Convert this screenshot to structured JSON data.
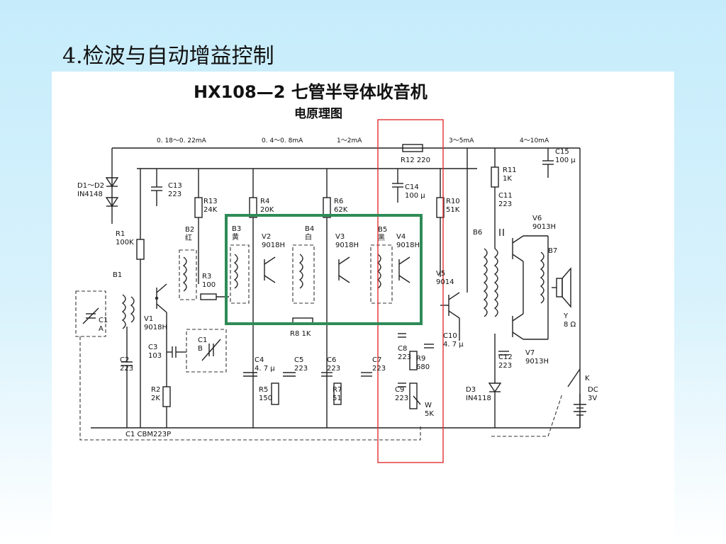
{
  "slide": {
    "title": "4.检波与自动增益控制"
  },
  "diagram": {
    "title": "HX108—2 七管半导体收音机",
    "subtitle": "电原理图",
    "currents": [
      "0. 18～0. 22mA",
      "0. 4～0. 8mA",
      "1～2mA",
      "3～5mA",
      "4～10mA"
    ],
    "components": [
      {
        "id": "D1D2",
        "lines": [
          "D1～D2",
          "IN4148"
        ]
      },
      {
        "id": "C13",
        "lines": [
          "C13",
          "223"
        ]
      },
      {
        "id": "R13",
        "lines": [
          "R13",
          "24K"
        ]
      },
      {
        "id": "R4",
        "lines": [
          "R4",
          "20K"
        ]
      },
      {
        "id": "R6",
        "lines": [
          "R6",
          "62K"
        ]
      },
      {
        "id": "R12",
        "lines": [
          "R12 220"
        ]
      },
      {
        "id": "C14",
        "lines": [
          "C14",
          "100 μ"
        ]
      },
      {
        "id": "R10",
        "lines": [
          "R10",
          "51K"
        ]
      },
      {
        "id": "R11",
        "lines": [
          "R11",
          "1K"
        ]
      },
      {
        "id": "C15",
        "lines": [
          "C15",
          "100 μ"
        ]
      },
      {
        "id": "C11",
        "lines": [
          "C11",
          "223"
        ]
      },
      {
        "id": "V6",
        "lines": [
          "V6",
          "9013H"
        ]
      },
      {
        "id": "B2",
        "lines": [
          "B2",
          "红"
        ]
      },
      {
        "id": "B3",
        "lines": [
          "B3",
          "黄"
        ]
      },
      {
        "id": "V2",
        "lines": [
          "V2",
          "9018H"
        ]
      },
      {
        "id": "B4",
        "lines": [
          "B4",
          "白"
        ]
      },
      {
        "id": "V3",
        "lines": [
          "V3",
          "9018H"
        ]
      },
      {
        "id": "B5",
        "lines": [
          "B5",
          "黑"
        ]
      },
      {
        "id": "V4",
        "lines": [
          "V4",
          "9018H"
        ]
      },
      {
        "id": "B6",
        "lines": [
          "B6"
        ]
      },
      {
        "id": "B7",
        "lines": [
          "B7"
        ]
      },
      {
        "id": "R1",
        "lines": [
          "R1",
          "100K"
        ]
      },
      {
        "id": "R3",
        "lines": [
          "R3",
          "100"
        ]
      },
      {
        "id": "B1",
        "lines": [
          "B1"
        ]
      },
      {
        "id": "V1",
        "lines": [
          "V1",
          "9018H"
        ]
      },
      {
        "id": "C1A",
        "lines": [
          "C1",
          "A"
        ]
      },
      {
        "id": "V5",
        "lines": [
          "V5",
          "9014"
        ]
      },
      {
        "id": "Y",
        "lines": [
          "Y",
          "8 Ω"
        ]
      },
      {
        "id": "R8",
        "lines": [
          "R8 1K"
        ]
      },
      {
        "id": "C10",
        "lines": [
          "C10",
          "4. 7 μ"
        ]
      },
      {
        "id": "C1B",
        "lines": [
          "C1",
          "B"
        ]
      },
      {
        "id": "C3",
        "lines": [
          "C3",
          "103"
        ]
      },
      {
        "id": "C8",
        "lines": [
          "C8",
          "223"
        ]
      },
      {
        "id": "R9",
        "lines": [
          "R9",
          "680"
        ]
      },
      {
        "id": "C2",
        "lines": [
          "C2",
          "223"
        ]
      },
      {
        "id": "C4",
        "lines": [
          "C4",
          "4. 7 μ"
        ]
      },
      {
        "id": "C5",
        "lines": [
          "C5",
          "223"
        ]
      },
      {
        "id": "C6",
        "lines": [
          "C6",
          "223"
        ]
      },
      {
        "id": "C7",
        "lines": [
          "C7",
          "223"
        ]
      },
      {
        "id": "C12",
        "lines": [
          "C12",
          "223"
        ]
      },
      {
        "id": "V7",
        "lines": [
          "V7",
          "9013H"
        ]
      },
      {
        "id": "K",
        "lines": [
          "K"
        ]
      },
      {
        "id": "R2",
        "lines": [
          "R2",
          "2K"
        ]
      },
      {
        "id": "R5",
        "lines": [
          "R5",
          "150"
        ]
      },
      {
        "id": "R7",
        "lines": [
          "R7",
          "51"
        ]
      },
      {
        "id": "C9",
        "lines": [
          "C9",
          "223"
        ]
      },
      {
        "id": "W",
        "lines": [
          "W",
          "5K"
        ]
      },
      {
        "id": "D3",
        "lines": [
          "D3",
          "IN4118"
        ]
      },
      {
        "id": "DC",
        "lines": [
          "DC",
          "3V"
        ]
      },
      {
        "id": "C1CBM",
        "lines": [
          "C1 CBM223P"
        ]
      }
    ],
    "highlights": [
      {
        "name": "detection-agc-region",
        "color": "#e03030"
      },
      {
        "name": "if-amplifier-region",
        "color": "#2e8b57"
      }
    ]
  }
}
